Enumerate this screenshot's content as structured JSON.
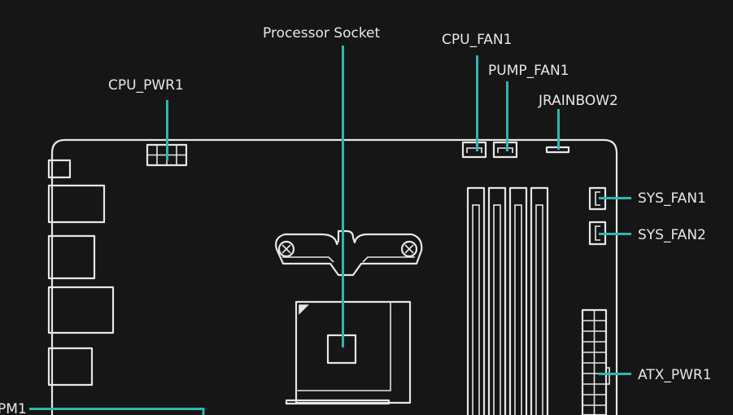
{
  "labels": {
    "processor_socket": "Processor Socket",
    "cpu_fan1": "CPU_FAN1",
    "pump_fan1": "PUMP_FAN1",
    "jrainbow2": "JRAINBOW2",
    "cpu_pwr1": "CPU_PWR1",
    "sys_fan1": "SYS_FAN1",
    "sys_fan2": "SYS_FAN2",
    "atx_pwr1": "ATX_PWR1",
    "left_partial": "PM1"
  },
  "colors": {
    "background": "#161616",
    "outline": "#e6e6e6",
    "leader": "#2fb7b0",
    "text": "#e8e8e8"
  }
}
